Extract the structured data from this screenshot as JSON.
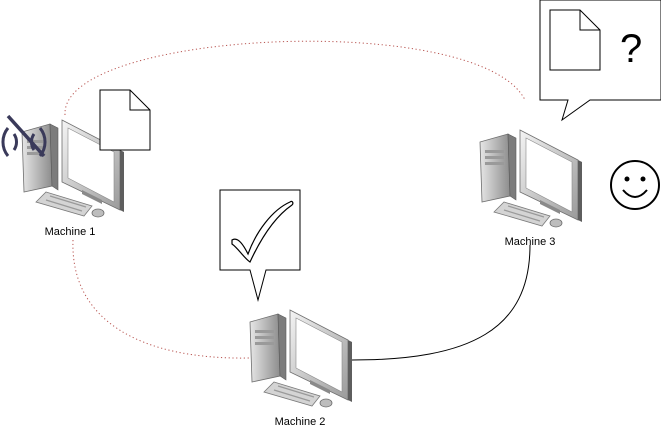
{
  "machines": [
    {
      "id": "m1",
      "label": "Machine 1"
    },
    {
      "id": "m2",
      "label": "Machine 2"
    },
    {
      "id": "m3",
      "label": "Machine 3"
    }
  ],
  "bubbles": {
    "m3_question": {
      "text": "?"
    },
    "m2_check": {
      "icon": "checkmark-icon"
    }
  },
  "icons": {
    "m1_document": "document-icon",
    "m1_wifi_off": "wifi-off-icon",
    "m3_smiley": "smiley-icon"
  },
  "connections": [
    {
      "from": "m1",
      "to": "m3",
      "style": "dotted",
      "color": "#b85450"
    },
    {
      "from": "m1",
      "to": "m2",
      "style": "dotted",
      "color": "#b85450"
    },
    {
      "from": "m2",
      "to": "m3",
      "style": "solid",
      "color": "#000000"
    }
  ],
  "colors": {
    "dotted_link": "#b85450",
    "solid_link": "#000000",
    "wifi_off": "#3a3a5a"
  }
}
